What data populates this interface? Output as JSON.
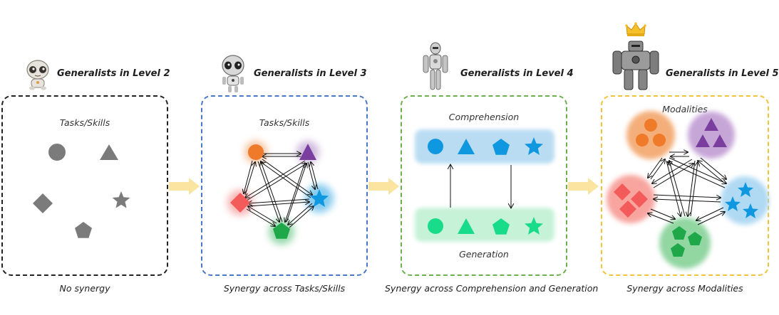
{
  "levels": [
    {
      "title": "Generalists in Level 2",
      "panel_label": "Tasks/Skills",
      "caption": "No synergy",
      "border_color": "#222222"
    },
    {
      "title": "Generalists in Level 3",
      "panel_label": "Tasks/Skills",
      "caption": "Synergy across Tasks/Skills",
      "border_color": "#4a78c8"
    },
    {
      "title": "Generalists in Level 4",
      "top_label": "Comprehension",
      "bottom_label": "Generation",
      "caption": "Synergy across Comprehension and Generation",
      "border_color": "#6bb04a"
    },
    {
      "title": "Generalists in Level 5",
      "panel_label": "Modalities",
      "caption": "Synergy across Modalities",
      "border_color": "#f2c23a"
    }
  ],
  "colors": {
    "gray_shape": "#7b7b7b",
    "orange": "#ee7a2a",
    "purple": "#7a3f9e",
    "blue": "#0f98e0",
    "red": "#f35a5a",
    "green": "#1ea84a",
    "teal": "#19dc8a",
    "comp_band": "#b9dcf3",
    "gen_band": "#c6f2d8",
    "transition_arrow": "#fbe3a0",
    "crown": "#f5c02a"
  },
  "icons": [
    "baby-robot-icon",
    "small-robot-icon",
    "humanoid-robot-icon",
    "mech-robot-icon",
    "crown-icon"
  ]
}
